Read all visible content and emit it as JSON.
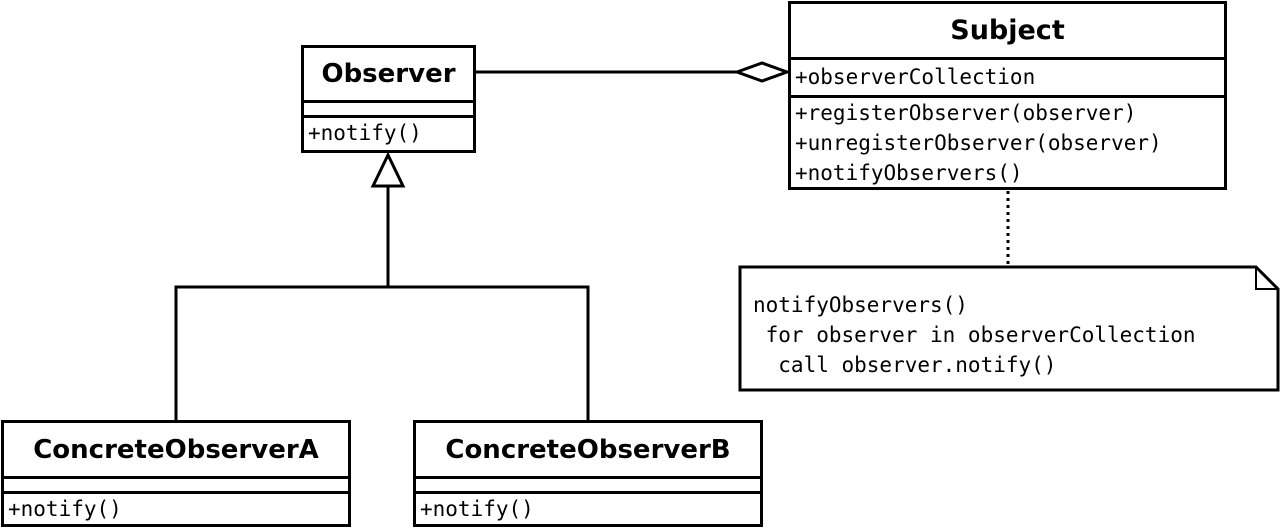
{
  "classes": {
    "observer": {
      "name": "Observer",
      "attributes": [],
      "operations": [
        "+notify()"
      ]
    },
    "subject": {
      "name": "Subject",
      "attributes": [
        "+observerCollection"
      ],
      "operations": [
        "+registerObserver(observer)",
        "+unregisterObserver(observer)",
        "+notifyObservers()"
      ]
    },
    "concrete_a": {
      "name": "ConcreteObserverA",
      "attributes": [],
      "operations": [
        "+notify()"
      ]
    },
    "concrete_b": {
      "name": "ConcreteObserverB",
      "attributes": [],
      "operations": [
        "+notify()"
      ]
    }
  },
  "note": {
    "lines": [
      "notifyObservers()",
      " for observer in observerCollection",
      "  call observer.notify()"
    ]
  },
  "relations": [
    {
      "type": "aggregation",
      "from": "Subject",
      "to": "Observer"
    },
    {
      "type": "generalization",
      "from": "ConcreteObserverA",
      "to": "Observer"
    },
    {
      "type": "generalization",
      "from": "ConcreteObserverB",
      "to": "Observer"
    },
    {
      "type": "note-anchor",
      "from": "Subject",
      "to": "note"
    }
  ],
  "colors": {
    "stroke": "#000000",
    "background": "#ffffff"
  }
}
